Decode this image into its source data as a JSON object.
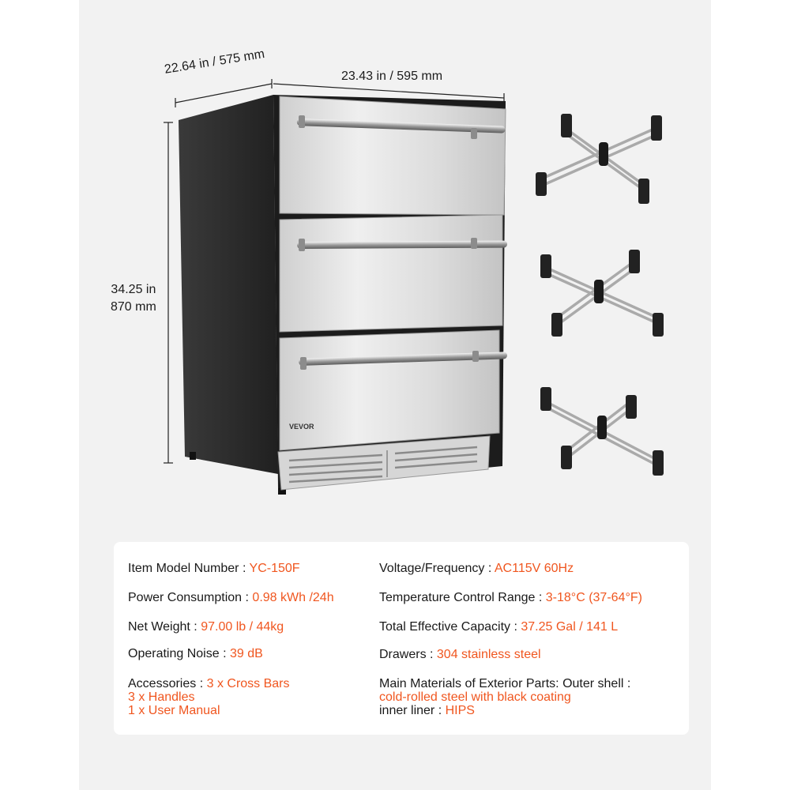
{
  "dimensions": {
    "depth": "22.64 in / 575 mm",
    "width": "23.43 in / 595 mm",
    "height_in": "34.25 in",
    "height_mm": "870 mm"
  },
  "brand": "VEVOR",
  "colors": {
    "accent": "#f0561f",
    "text": "#1a1a1a",
    "background": "#f2f2f2",
    "card": "#ffffff"
  },
  "specs": {
    "model": {
      "label": "Item Model Number :",
      "value": "YC-150F"
    },
    "voltage": {
      "label": "Voltage/Frequency :",
      "value": "AC115V 60Hz"
    },
    "power": {
      "label": "Power Consumption :",
      "value": "0.98 kWh /24h"
    },
    "temperature": {
      "label": "Temperature Control Range :",
      "value": "3-18°C (37-64°F)"
    },
    "weight": {
      "label": "Net Weight :",
      "value": "97.00 lb / 44kg"
    },
    "capacity": {
      "label": "Total Effective Capacity :",
      "value": "37.25 Gal / 141 L"
    },
    "noise": {
      "label": "Operating Noise :",
      "value": "39 dB"
    },
    "drawers": {
      "label": "Drawers :",
      "value": "304 stainless steel"
    },
    "accessories": {
      "label": "Accessories :",
      "items": [
        "3 x Cross Bars",
        "3 x Handles",
        "1 x User Manual"
      ]
    },
    "materials": {
      "label": "Main Materials of Exterior Parts: Outer shell :",
      "outer_value": "cold-rolled steel with black coating",
      "inner_label": "inner liner :",
      "inner_value": "HIPS"
    }
  }
}
